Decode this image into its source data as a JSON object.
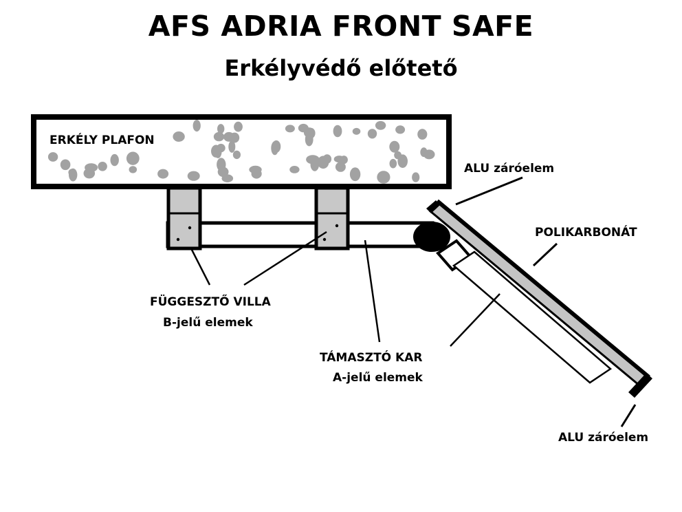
{
  "title": "AFS ADRIA FRONT SAFE",
  "subtitle": "Erkélyvédő előtető",
  "labels": {
    "ceiling": "ERKÉLY PLAFON",
    "alu_top": "ALU záróelem",
    "polycarbonate": "POLIKARBONÁT",
    "hanger": "FÜGGESZTŐ VILLA",
    "hanger_sub": "B-jelű elemek",
    "support_arm": "TÁMASZTÓ KAR",
    "support_arm_sub": "A-jelű elemek",
    "alu_bottom": "ALU záróelem"
  },
  "colors": {
    "outline": "#000000",
    "bracket_fill": "#c8c8c8",
    "panel_fill": "#c4c4c4",
    "speckle": "#9a9a9a"
  }
}
